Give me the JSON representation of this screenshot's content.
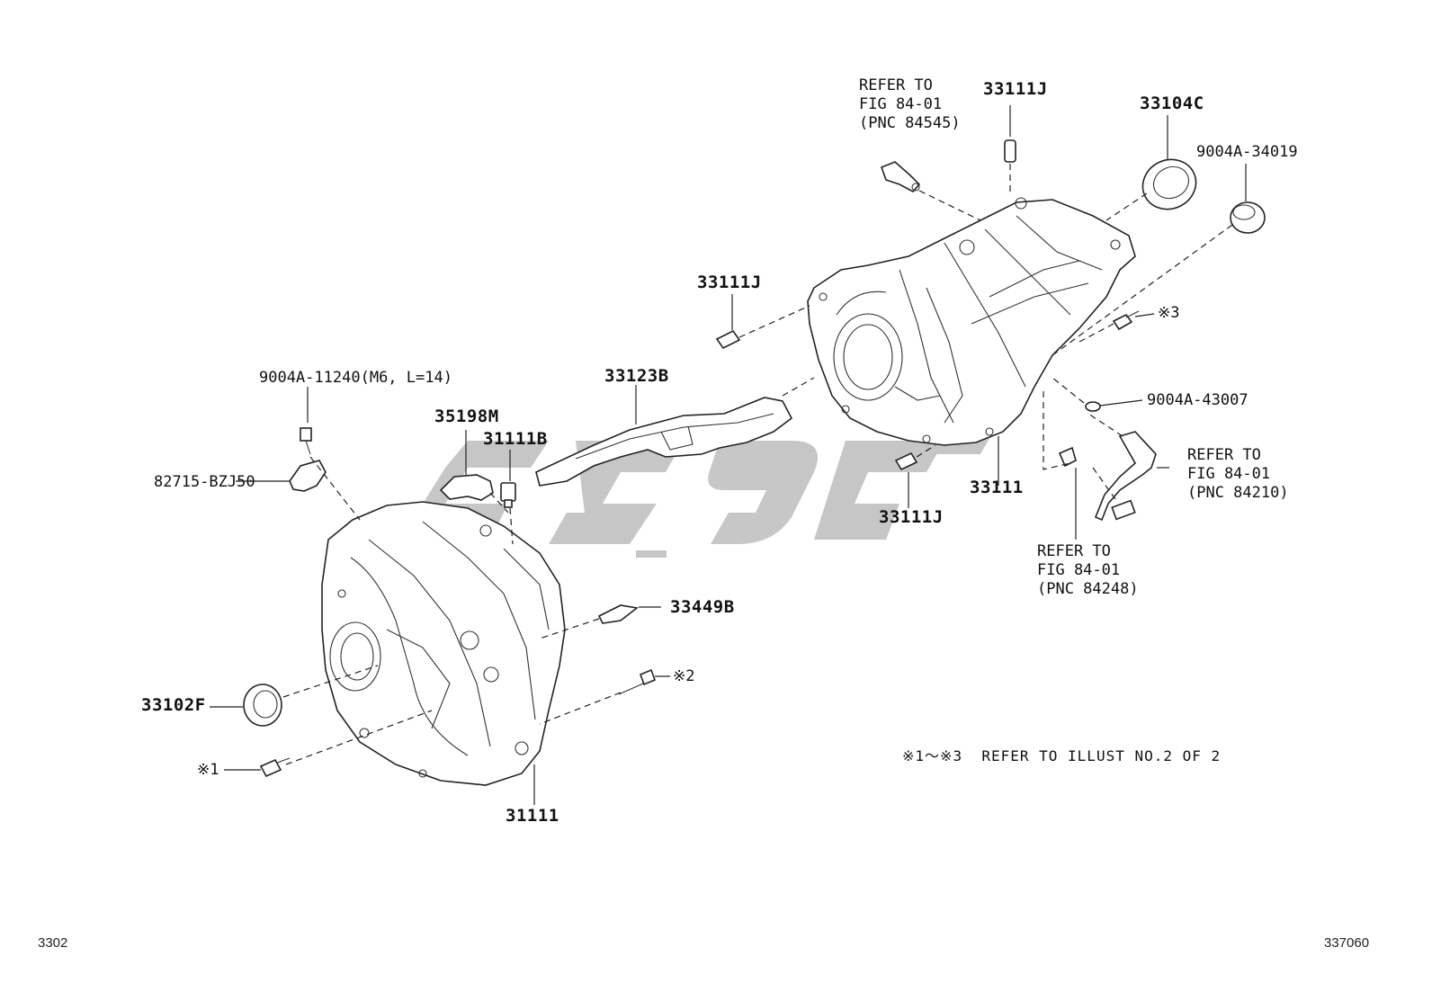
{
  "figure": {
    "page_code": "3302",
    "figure_code": "337060",
    "watermark": "",
    "note": "※1～※3  REFER TO ILLUST NO.2 OF 2"
  },
  "labels": {
    "refer_84545": [
      "REFER TO",
      "FIG 84-01",
      "(PNC 84545)"
    ],
    "p33111J_top": "33111J",
    "p33104C": "33104C",
    "p9004A_34019": "9004A-34019",
    "p33111J_mid": "33111J",
    "mark3": "※3",
    "p9004A_43007": "9004A-43007",
    "refer_84210": [
      "REFER TO",
      "FIG 84-01",
      "(PNC 84210)"
    ],
    "p33111_right": "33111",
    "p33111J_low": "33111J",
    "refer_84248": [
      "REFER TO",
      "FIG 84-01",
      "(PNC 84248)"
    ],
    "p9004A_11240": "9004A-11240",
    "p9004A_11240_spec": "(M6, L=14)",
    "p35198M": "35198M",
    "p31111B": "31111B",
    "p33123B": "33123B",
    "p82715_BZJ50": "82715-BZJ50",
    "p33449B": "33449B",
    "mark2": "※2",
    "p33102F": "33102F",
    "mark1": "※1",
    "p31111": "31111"
  },
  "colors": {
    "line": "#222222",
    "watermark": "#bdbdbd",
    "background": "#ffffff"
  }
}
